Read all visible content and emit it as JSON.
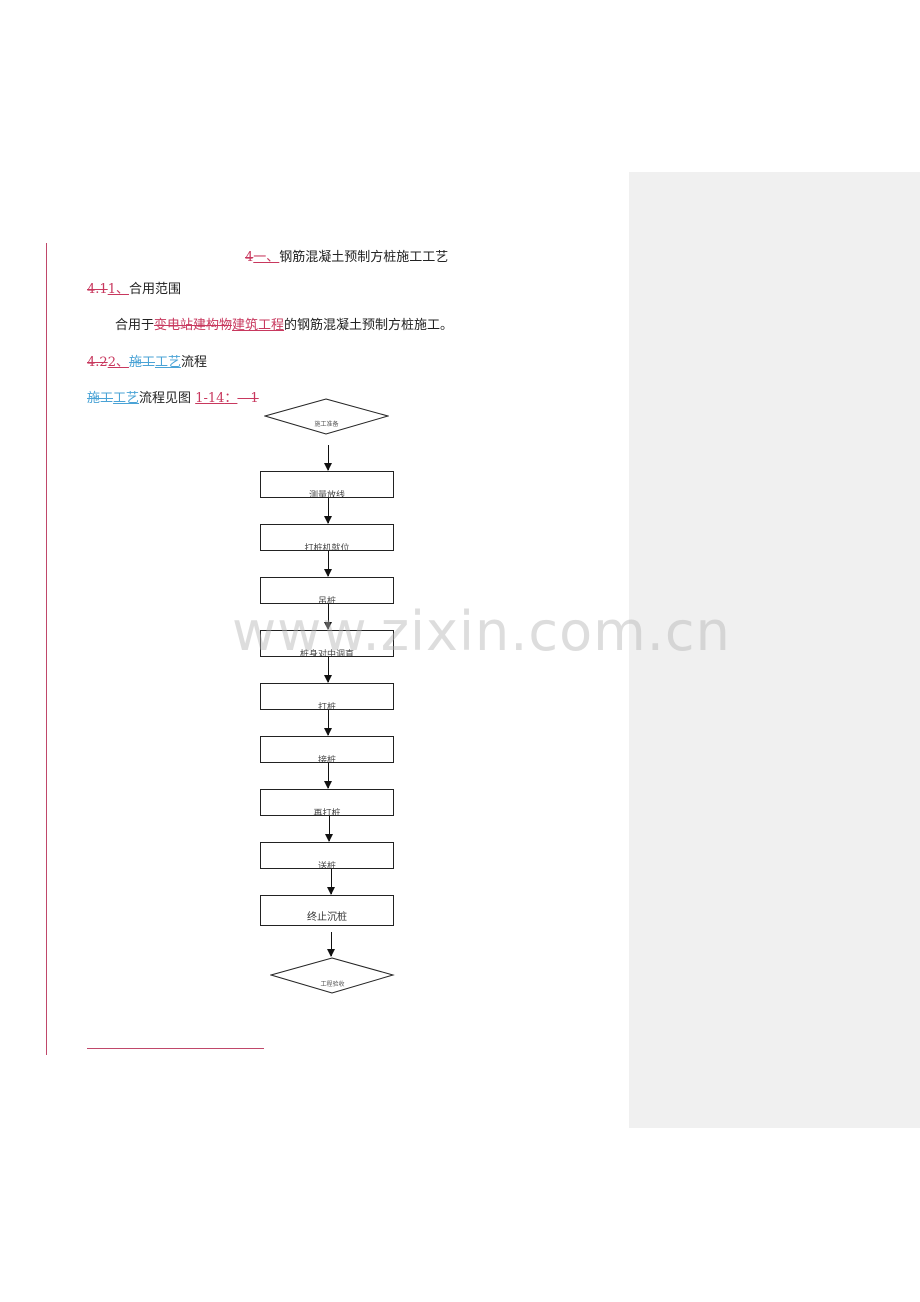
{
  "document": {
    "title": {
      "deleted_number": "4",
      "inserted_number": "一、",
      "text": "钢筋混凝土预制方桩施工工艺"
    },
    "section1": {
      "deleted_number": "4.1",
      "inserted_number": "1、",
      "text": "合用范围"
    },
    "paragraph1": {
      "prefix": "合用于",
      "deleted_text": "变电站建构物",
      "inserted_text": "建筑工程",
      "suffix": "的钢筋混凝土预制方桩施工。"
    },
    "section2": {
      "deleted_number": "4.2",
      "inserted_number": "2、",
      "deleted_text": "施工",
      "inserted_text": "工艺",
      "text": "流程"
    },
    "flow_reference": {
      "deleted_text": "施工",
      "inserted_text": "工艺",
      "text": "流程见图",
      "inserted_ref": "1-14",
      "inserted_colon": "：",
      "deleted_ref": "—1"
    }
  },
  "flowchart": {
    "start": "施工准备",
    "steps": [
      "测量放线",
      "打桩机就位",
      "吊桩",
      "桩身对中调直",
      "打桩",
      "接桩",
      "再打桩",
      "送桩",
      "终止沉桩"
    ],
    "end": "工程验收"
  },
  "track_changes_colors": {
    "red": "#c8385e",
    "blue": "#4aa3d6",
    "change_bar": "#c0486a",
    "comment_pane": "#f0f0f0"
  },
  "watermark": "www.zixin.com.cn"
}
